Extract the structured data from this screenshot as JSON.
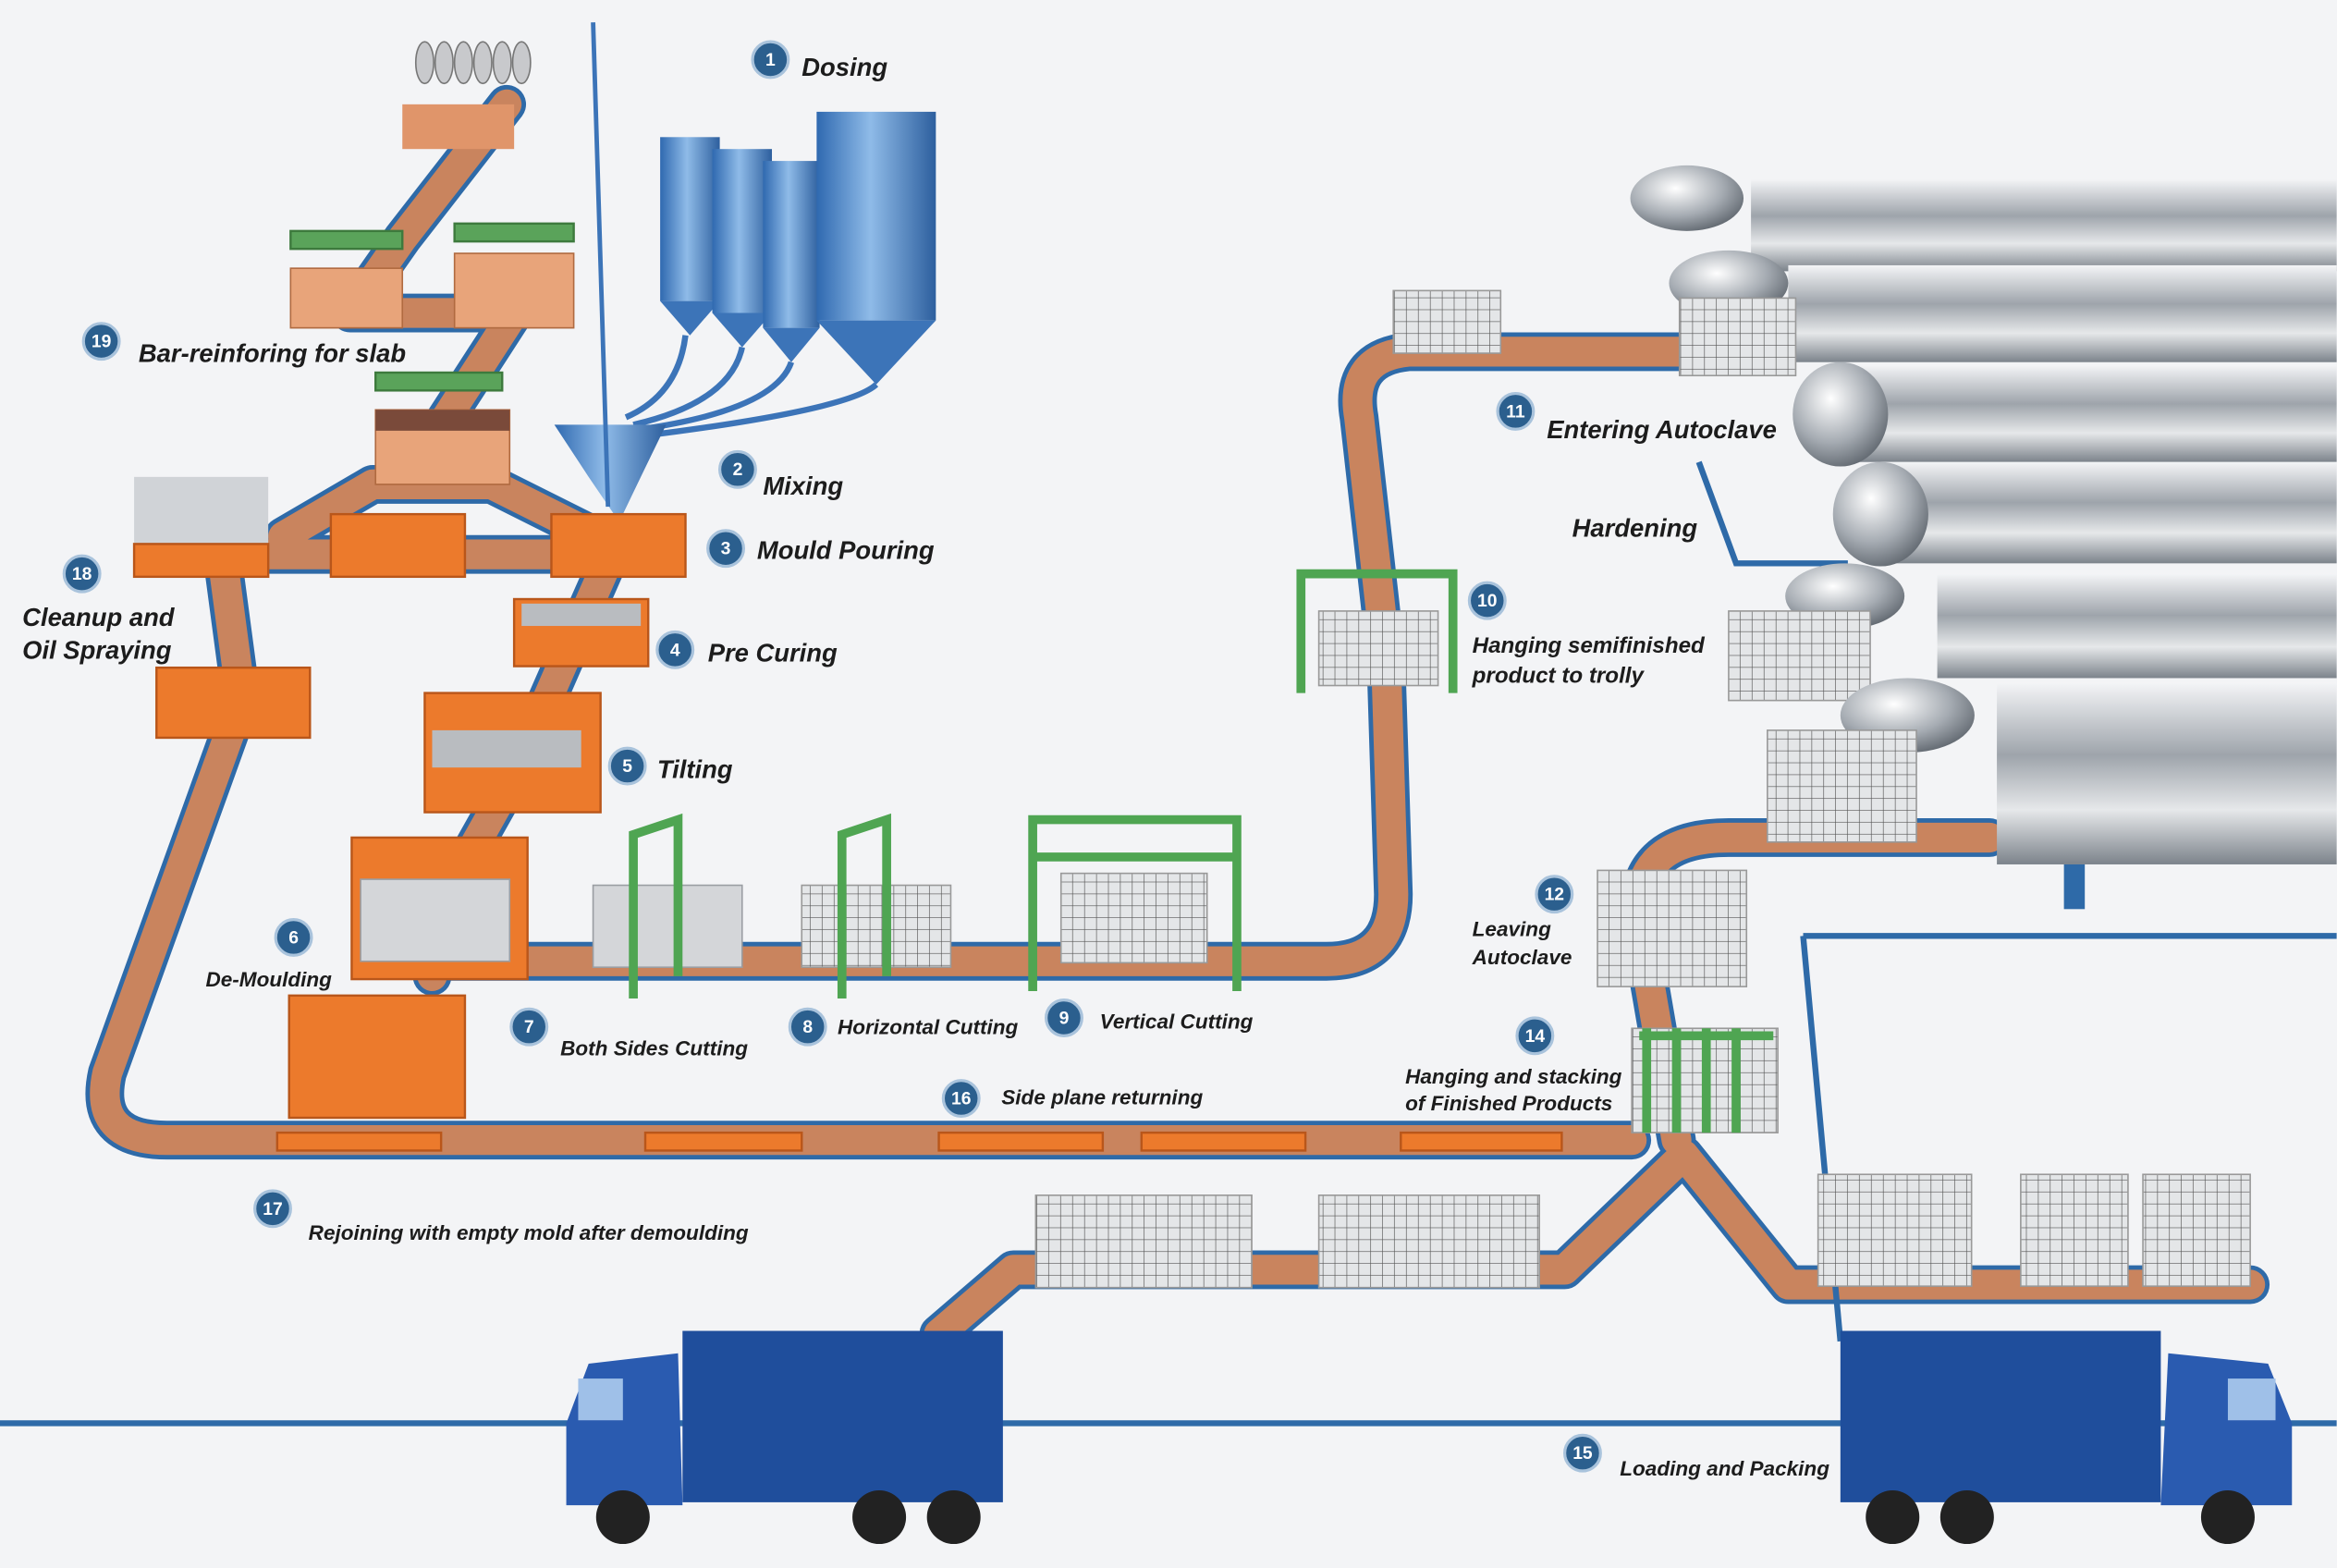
{
  "colors": {
    "badge": "#2b5f8e",
    "belt": "#c9845e",
    "track": "#2e6aa8",
    "mould": "#ec7a2c",
    "frame": "#5aa35a",
    "silo": "#4a86c9",
    "truck": "#1f4e9c"
  },
  "steps": [
    {
      "n": "1",
      "text": "Dosing"
    },
    {
      "n": "2",
      "text": "Mixing"
    },
    {
      "n": "3",
      "text": "Mould Pouring"
    },
    {
      "n": "4",
      "text": "Pre Curing"
    },
    {
      "n": "5",
      "text": "Tilting"
    },
    {
      "n": "6",
      "text": "De-Moulding"
    },
    {
      "n": "7",
      "text": "Both Sides Cutting"
    },
    {
      "n": "8",
      "text": "Horizontal Cutting"
    },
    {
      "n": "9",
      "text": "Vertical Cutting"
    },
    {
      "n": "10",
      "text": "Hanging semifinished",
      "text2": "product to trolly"
    },
    {
      "n": "11",
      "text": "Entering Autoclave"
    },
    {
      "n": "12",
      "text": "Leaving",
      "text2": "Autoclave"
    },
    {
      "n": "14",
      "text": "Hanging and stacking",
      "text2": "of Finished Products"
    },
    {
      "n": "15",
      "text": "Loading and Packing"
    },
    {
      "n": "16",
      "text": "Side plane returning"
    },
    {
      "n": "17",
      "text": "Rejoining with empty mold after demoulding"
    },
    {
      "n": "18",
      "text": "Cleanup and",
      "text2": "Oil Spraying"
    },
    {
      "n": "19",
      "text": "Bar-reinforing for slab"
    }
  ],
  "hardening": "Hardening"
}
